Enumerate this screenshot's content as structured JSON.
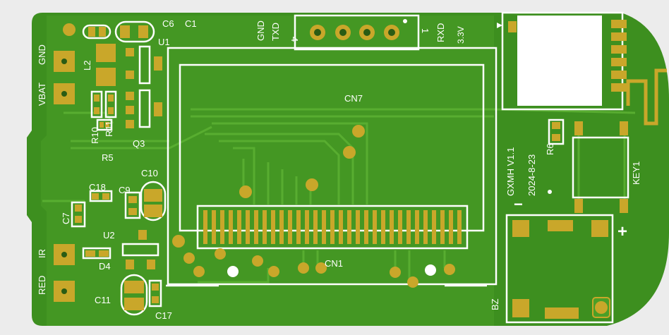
{
  "board": {
    "colors": {
      "board": "#3d8f1f",
      "copper_pour": "#4a9f27",
      "trace": "#5bb032",
      "pad": "#c9a72a",
      "silk": "#ffffff",
      "background": "#ececec",
      "hole": "#2a5c14"
    },
    "connector_labels": {
      "gnd": "GND",
      "txd": "TXD",
      "pin4": "4",
      "pin1": "1",
      "rxd": "RXD",
      "v33": "3.3V"
    },
    "left_pads": {
      "gnd": "GND",
      "vbat": "VBAT",
      "ir": "IR",
      "red": "RED"
    },
    "designators": {
      "c6": "C6",
      "c1": "C1",
      "u1": "U1",
      "l2": "L2",
      "r10": "R10",
      "r11": "R11",
      "r5": "R5",
      "q3": "Q3",
      "cn7": "CN7",
      "c10": "C10",
      "c18": "C18",
      "c9": "C9",
      "c7": "C7",
      "u2": "U2",
      "d4": "D4",
      "c11": "C11",
      "c17": "C17",
      "cn1": "CN1",
      "r6": "R6",
      "key1": "KEY1",
      "bz": "BZ"
    },
    "version": "GXMH V1.1",
    "date": "2024-8-23",
    "polarity": {
      "minus": "−",
      "plus": "+"
    }
  }
}
